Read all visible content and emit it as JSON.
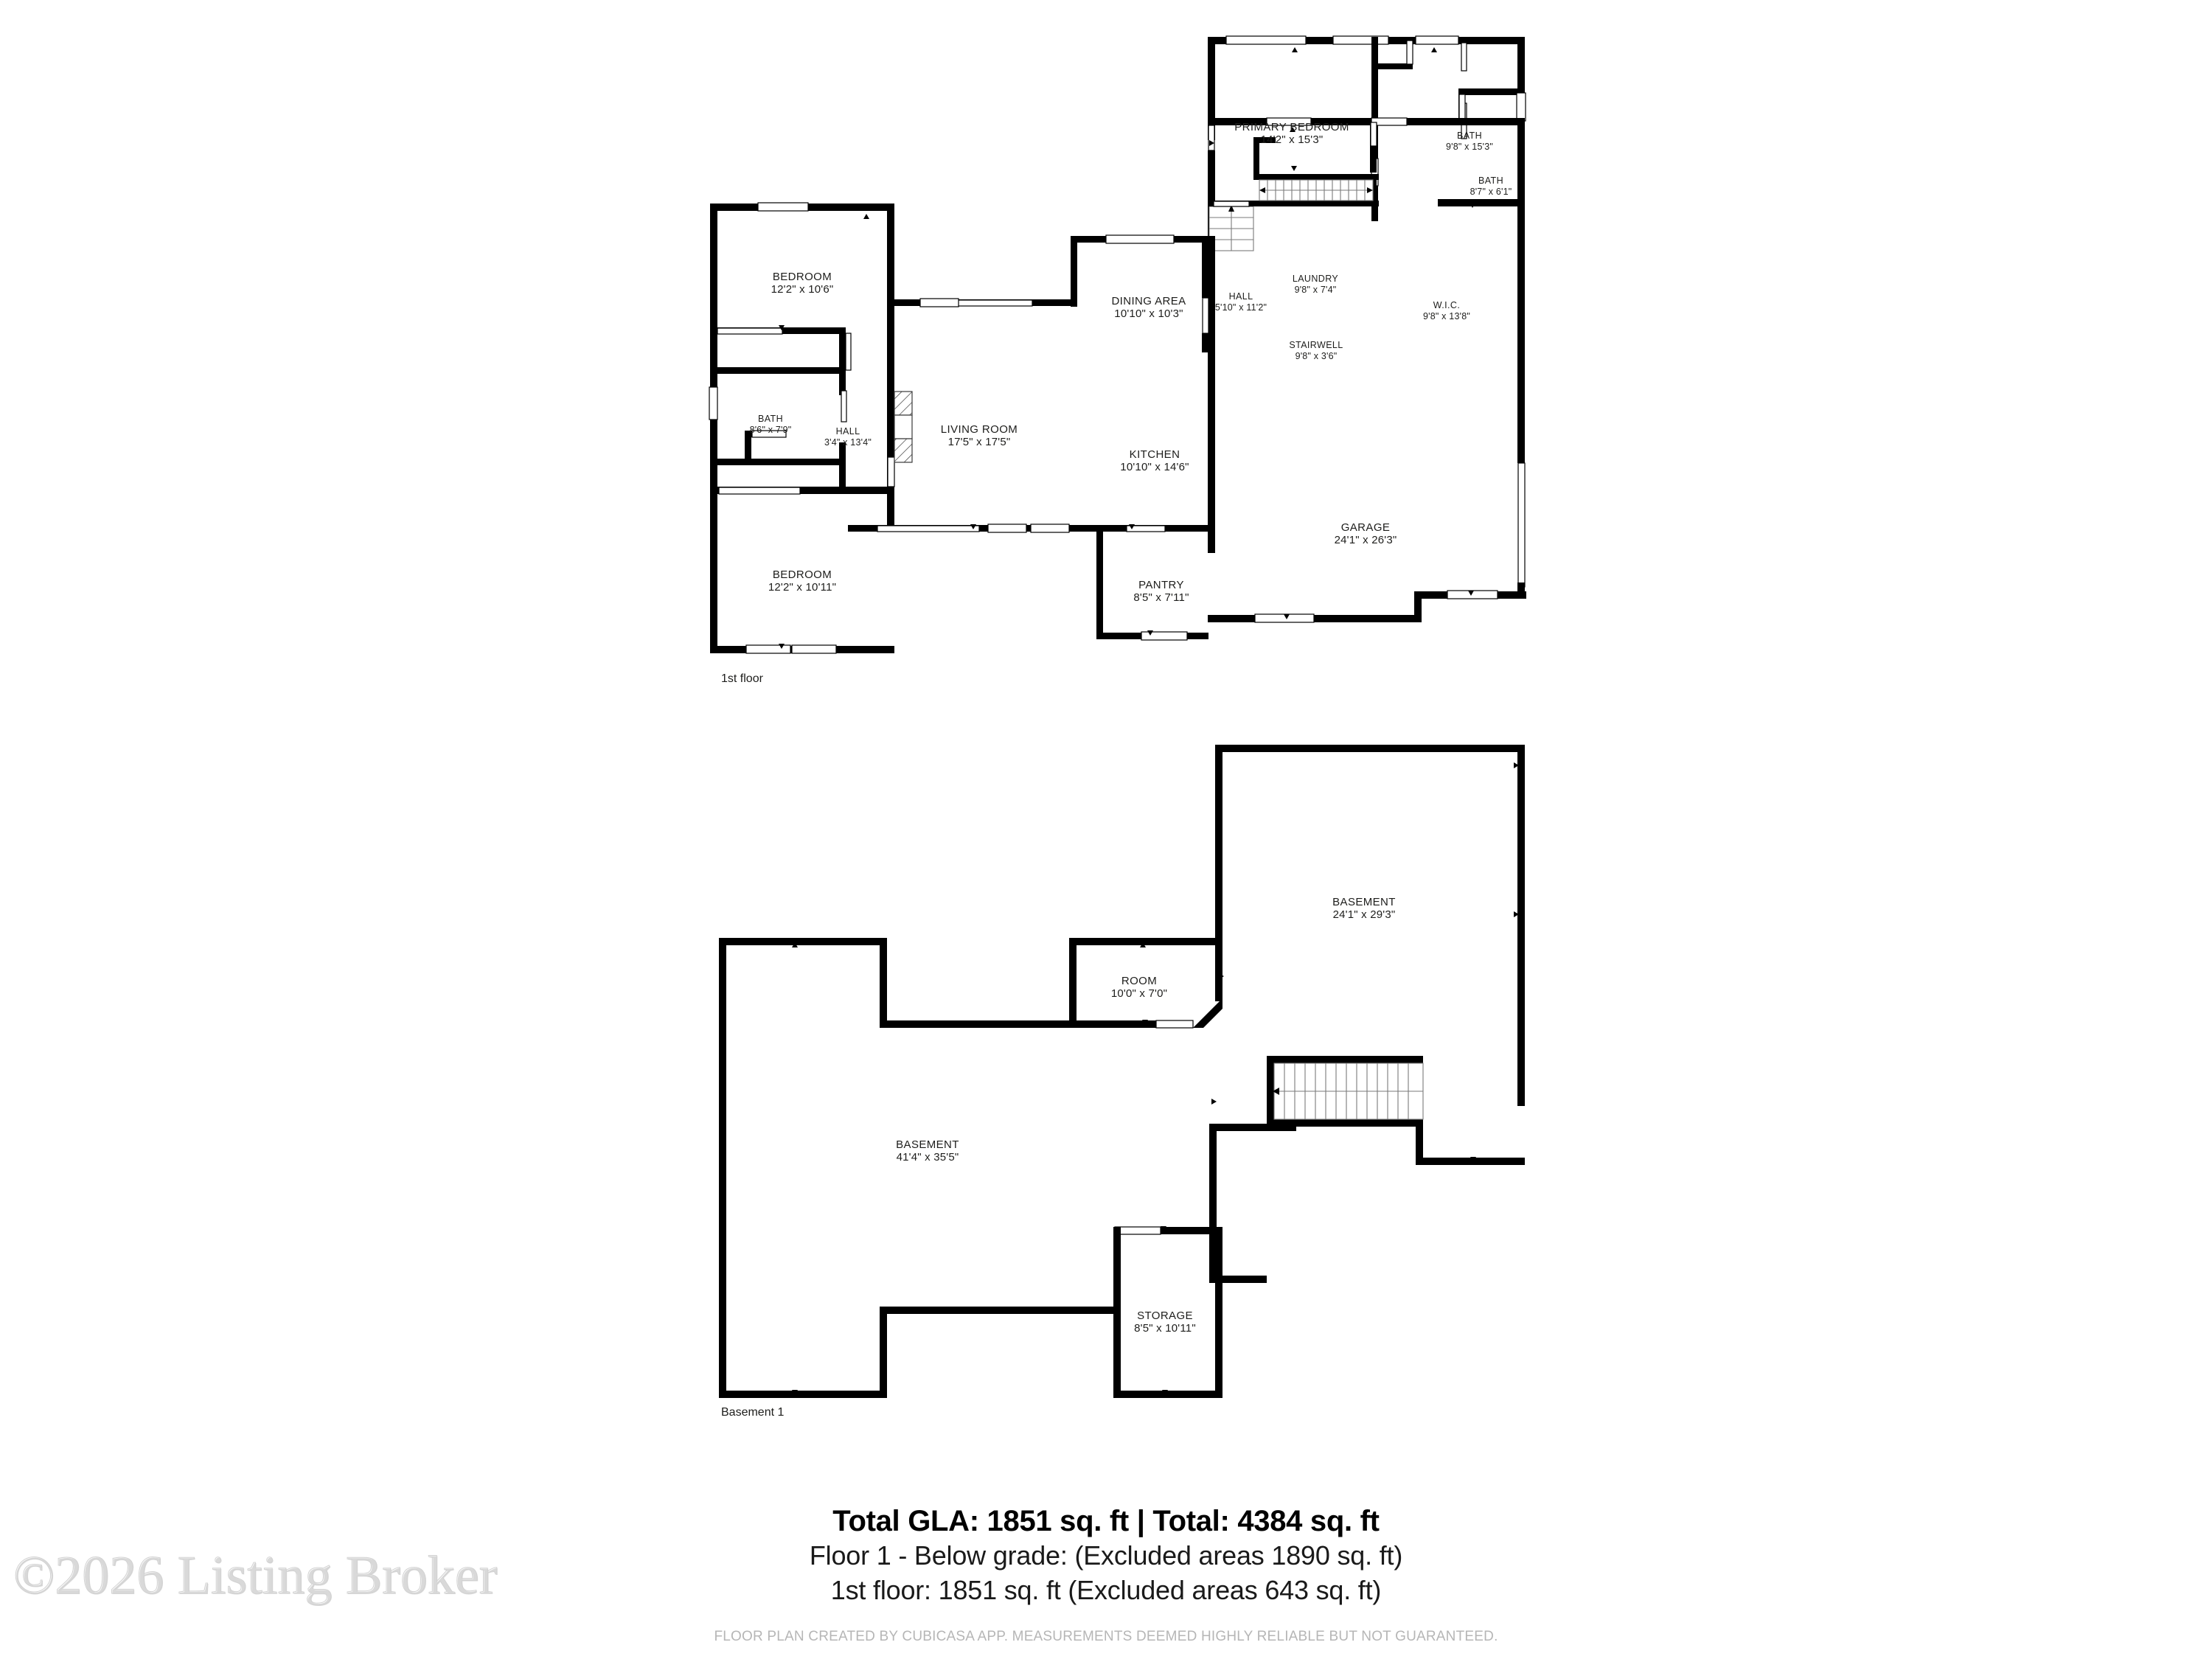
{
  "document": {
    "type": "floor-plan",
    "watermark": "©2026 Listing Broker",
    "disclaimer": "FLOOR PLAN CREATED BY CUBICASA APP. MEASUREMENTS DEEMED HIGHLY RELIABLE BUT NOT GUARANTEED."
  },
  "summary": {
    "total_line": "Total GLA: 1851 sq. ft  |  Total: 4384 sq. ft",
    "line_2": "Floor 1 - Below grade: (Excluded areas 1890 sq. ft)",
    "line_3": "1st floor: 1851 sq. ft (Excluded areas 643 sq. ft)",
    "total_gla": "1851 sq. ft",
    "total_area": "4384 sq. ft"
  },
  "floors": [
    {
      "caption": "1st floor",
      "rooms": [
        {
          "name": "PRIMARY BEDROOM",
          "dim": "14'2\" x 15'3\""
        },
        {
          "name": "BATH",
          "dim": "9'8\" x 15'3\""
        },
        {
          "name": "BATH",
          "dim": "8'7\" x 6'1\""
        },
        {
          "name": "BEDROOM",
          "dim": "12'2\" x 10'6\""
        },
        {
          "name": "DINING AREA",
          "dim": "10'10\" x 10'3\""
        },
        {
          "name": "HALL",
          "dim": "5'10\" x 11'2\""
        },
        {
          "name": "LAUNDRY",
          "dim": "9'8\" x 7'4\""
        },
        {
          "name": "W.I.C.",
          "dim": "9'8\" x 13'8\""
        },
        {
          "name": "STAIRWELL",
          "dim": "9'8\" x 3'6\""
        },
        {
          "name": "BATH",
          "dim": "8'6\" x 7'9\""
        },
        {
          "name": "HALL",
          "dim": "3'4\" x 13'4\""
        },
        {
          "name": "LIVING ROOM",
          "dim": "17'5\" x 17'5\""
        },
        {
          "name": "KITCHEN",
          "dim": "10'10\" x 14'6\""
        },
        {
          "name": "GARAGE",
          "dim": "24'1\" x 26'3\""
        },
        {
          "name": "BEDROOM",
          "dim": "12'2\" x 10'11\""
        },
        {
          "name": "PANTRY",
          "dim": "8'5\" x 7'11\""
        }
      ]
    },
    {
      "caption": "Basement 1",
      "rooms": [
        {
          "name": "BASEMENT",
          "dim": "24'1\" x 29'3\""
        },
        {
          "name": "ROOM",
          "dim": "10'0\" x 7'0\""
        },
        {
          "name": "BASEMENT",
          "dim": "41'4\" x 35'5\""
        },
        {
          "name": "STORAGE",
          "dim": "8'5\" x 10'11\""
        }
      ]
    }
  ],
  "colors": {
    "wall": "#000000",
    "background": "#ffffff",
    "text": "#1d1d1b",
    "fine_print": "#b6b6b6",
    "stair": "#7a7a7a"
  }
}
